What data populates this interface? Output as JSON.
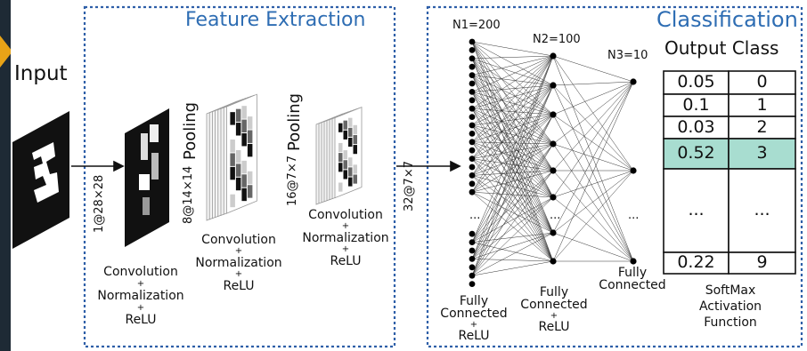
{
  "feature_extraction": {
    "title": "Feature Extraction",
    "input_label": "Input",
    "dim_1": "1@28×28",
    "dim_2": "8@14×14",
    "dim_3": "16@7×7",
    "dim_4": "32@7×7",
    "pooling_1": "Pooling",
    "pooling_2": "Pooling",
    "conv_1": [
      "Convolution",
      "+",
      "Normalization",
      "+",
      "ReLU"
    ],
    "conv_2": [
      "Convolution",
      "+",
      "Normalization",
      "+",
      "ReLU"
    ],
    "conv_3": [
      "Convolution",
      "+",
      "Normalization",
      "+",
      "ReLU"
    ]
  },
  "classification": {
    "title": "Classification",
    "n1": "N1=200",
    "n2": "N2=100",
    "n3": "N3=10",
    "ellipsis": "...",
    "fc_1": [
      "Fully",
      "Connected",
      "+",
      "ReLU"
    ],
    "fc_2": [
      "Fully",
      "Connected",
      "+",
      "ReLU"
    ],
    "fc_3": [
      "Fully",
      "Connected"
    ],
    "table_header": "Output Class",
    "table_rows": [
      {
        "output": "0.05",
        "class": "0",
        "highlight": false
      },
      {
        "output": "0.1",
        "class": "1",
        "highlight": false
      },
      {
        "output": "0.03",
        "class": "2",
        "highlight": false
      },
      {
        "output": "0.52",
        "class": "3",
        "highlight": true
      },
      {
        "output": "...",
        "class": "...",
        "highlight": false
      },
      {
        "output": "0.22",
        "class": "9",
        "highlight": false
      }
    ],
    "softmax": [
      "SoftMax",
      "Activation",
      "Function"
    ]
  },
  "colors": {
    "background": "#1e2a35",
    "panel": "#ffffff",
    "accent_blue": "#2e6db3",
    "highlight_cell": "#a8ddd0",
    "left_arrow": "#e8a317"
  },
  "input_digit": "3"
}
